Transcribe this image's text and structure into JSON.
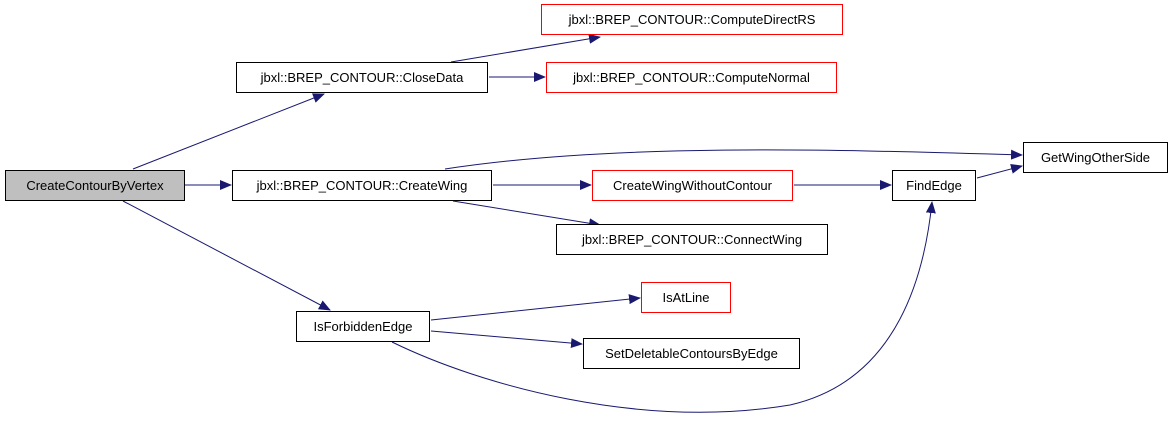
{
  "diagram": {
    "type": "call-graph",
    "colors": {
      "edge": "#191970",
      "node_border": "#000000",
      "truncated_border": "#ff0000",
      "focus_fill": "#bfbfbf",
      "node_fill": "#ffffff"
    },
    "nodes": {
      "create_contour_by_vertex": {
        "label": "CreateContourByVertex",
        "state": "focus"
      },
      "close_data": {
        "label": "jbxl::BREP_CONTOUR::CloseData",
        "state": "normal"
      },
      "create_wing": {
        "label": "jbxl::BREP_CONTOUR::CreateWing",
        "state": "normal"
      },
      "is_forbidden_edge": {
        "label": "IsForbiddenEdge",
        "state": "normal"
      },
      "compute_direct_rs": {
        "label": "jbxl::BREP_CONTOUR::ComputeDirectRS",
        "state": "truncated"
      },
      "compute_normal": {
        "label": "jbxl::BREP_CONTOUR::ComputeNormal",
        "state": "truncated"
      },
      "get_wing_other_side": {
        "label": "GetWingOtherSide",
        "state": "normal"
      },
      "create_wing_without_contour": {
        "label": "CreateWingWithoutContour",
        "state": "truncated"
      },
      "find_edge": {
        "label": "FindEdge",
        "state": "normal"
      },
      "connect_wing": {
        "label": "jbxl::BREP_CONTOUR::ConnectWing",
        "state": "normal"
      },
      "is_at_line": {
        "label": "IsAtLine",
        "state": "truncated"
      },
      "set_deletable_contours_by_edge": {
        "label": "SetDeletableContoursByEdge",
        "state": "normal"
      }
    },
    "edges": [
      {
        "from": "create_contour_by_vertex",
        "to": "close_data"
      },
      {
        "from": "create_contour_by_vertex",
        "to": "create_wing"
      },
      {
        "from": "create_contour_by_vertex",
        "to": "is_forbidden_edge"
      },
      {
        "from": "close_data",
        "to": "compute_direct_rs"
      },
      {
        "from": "close_data",
        "to": "compute_normal"
      },
      {
        "from": "create_wing",
        "to": "get_wing_other_side"
      },
      {
        "from": "create_wing",
        "to": "create_wing_without_contour"
      },
      {
        "from": "create_wing",
        "to": "connect_wing"
      },
      {
        "from": "create_wing_without_contour",
        "to": "find_edge"
      },
      {
        "from": "find_edge",
        "to": "get_wing_other_side"
      },
      {
        "from": "is_forbidden_edge",
        "to": "is_at_line"
      },
      {
        "from": "is_forbidden_edge",
        "to": "set_deletable_contours_by_edge"
      },
      {
        "from": "is_forbidden_edge",
        "to": "find_edge"
      }
    ]
  }
}
